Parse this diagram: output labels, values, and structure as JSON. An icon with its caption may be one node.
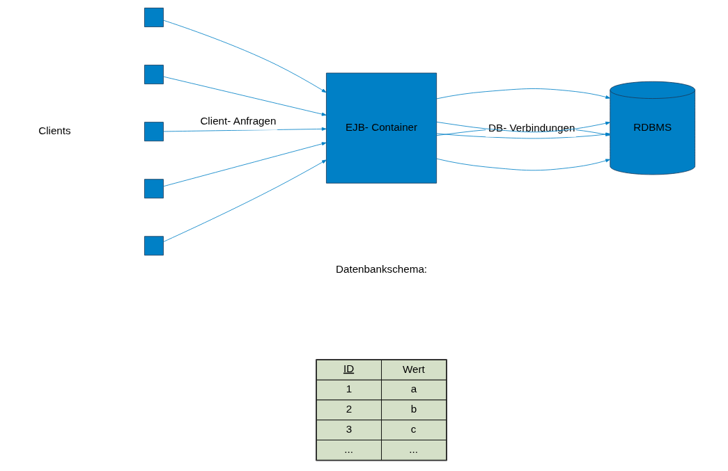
{
  "diagram": {
    "nodes": [
      {
        "text": [],
        "shape": "box"
      },
      {
        "text": [],
        "shape": "box"
      },
      {
        "text": [],
        "shape": "box"
      },
      {
        "text": [],
        "shape": "box"
      },
      {
        "text": [],
        "shape": "box"
      },
      {
        "text": [
          "EJB- Container"
        ]
      },
      {
        "text": [
          "RDBMS"
        ]
      }
    ],
    "edges": [
      {
        "from": 0,
        "to": 5,
        "arrow": "to"
      },
      {
        "from": 1,
        "to": 5,
        "arrow": "to"
      },
      {
        "from": 2,
        "to": 5,
        "arrow": "to",
        "label": "Client- Anfragen"
      },
      {
        "from": 3,
        "to": 5,
        "arrow": "to"
      },
      {
        "from": 4,
        "to": 5,
        "arrow": "to"
      },
      {
        "from": 5,
        "to": 6,
        "arrow": "to"
      },
      {
        "from": 5,
        "to": 6,
        "arrow": "to"
      },
      {
        "from": 5,
        "to": 6,
        "arrow": "to",
        "label": "DB- Verbindungen"
      },
      {
        "from": 5,
        "to": 6,
        "arrow": "to"
      },
      {
        "from": 5,
        "to": 6,
        "arrow": "to"
      }
    ],
    "labels": [
      "Clients",
      "Datenbankschema:",
      "ID",
      "Wert",
      "1",
      "a",
      "2",
      "b",
      "3",
      "c",
      "...",
      "..."
    ]
  }
}
